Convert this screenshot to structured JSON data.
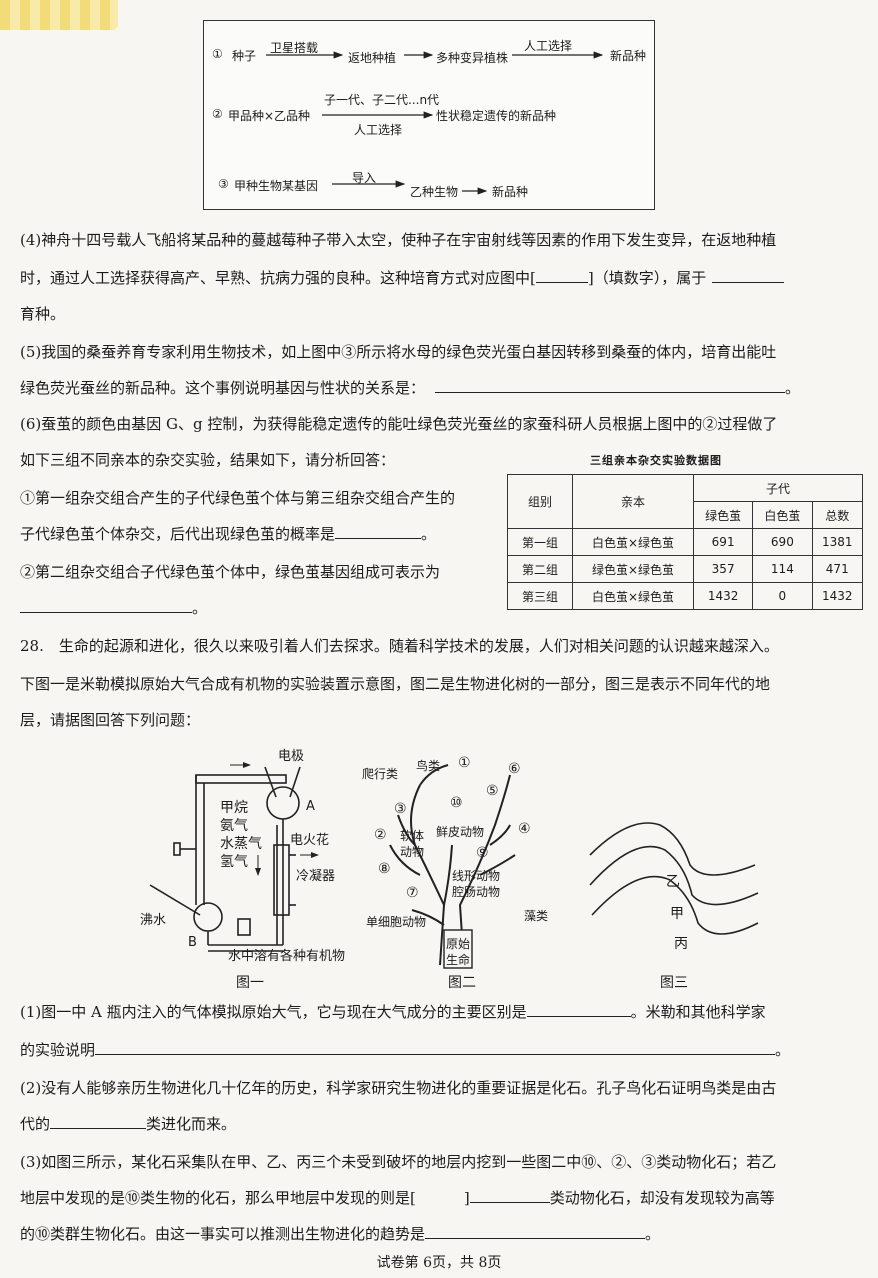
{
  "flow": {
    "r1": {
      "num": "①",
      "start": "种子",
      "a1": "卫星搭载",
      "s2": "返地种植",
      "s3": "多种变异植株",
      "a3": "人工选择",
      "s4": "新品种"
    },
    "r2": {
      "num": "②",
      "start": "甲品种×乙品种",
      "above": "子一代、子二代...n代",
      "below": "人工选择",
      "end": "性状稳定遗传的新品种"
    },
    "r3": {
      "num": "③",
      "start": "甲种生物某基因",
      "a1": "导入",
      "s2": "乙种生物",
      "s3": "新品种"
    }
  },
  "q4": {
    "l1": "(4)神舟十四号载人飞船将某品种的蔓越莓种子带入太空，使种子在宇宙射线等因素的作用下发生变异，在返地种植",
    "l2a": "时，通过人工选择获得高产、早熟、抗病力强的良种。这种培育方式对应图中[",
    "l2b": "]（填数字），属于",
    "l3": "育种。"
  },
  "q5": {
    "l1": "(5)我国的桑蚕养育专家利用生物技术，如上图中③所示将水母的绿色荧光蛋白基因转移到桑蚕的体内，培育出能吐",
    "l2": "绿色荧光蚕丝的新品种。这个事例说明基因与性状的关系是：",
    "l2end": "。"
  },
  "q6": {
    "l1": "(6)蚕茧的颜色由基因 G、g 控制，为获得能稳定遗传的能吐绿色荧光蚕丝的家蚕科研人员根据上图中的②过程做了",
    "l2": "如下三组不同亲本的杂交实验，结果如下，请分析回答：",
    "s1a": "①第一组杂交组合产生的子代绿色茧个体与第三组杂交组合产生的",
    "s1b": "子代绿色茧个体杂交，后代出现绿色茧的概率是",
    "s1end": "。",
    "s2a": "②第二组杂交组合子代绿色茧个体中，绿色茧基因组成可表示为",
    "s2end": "。"
  },
  "table": {
    "caption": "三组亲本杂交实验数据图",
    "h_group": "组别",
    "h_parent": "亲本",
    "h_offspring": "子代",
    "h_green": "绿色茧",
    "h_white": "白色茧",
    "h_total": "总数",
    "rows": [
      {
        "group": "第一组",
        "parent": "白色茧×绿色茧",
        "green": "691",
        "white": "690",
        "total": "1381"
      },
      {
        "group": "第二组",
        "parent": "绿色茧×绿色茧",
        "green": "357",
        "white": "114",
        "total": "471"
      },
      {
        "group": "第三组",
        "parent": "白色茧×绿色茧",
        "green": "1432",
        "white": "0",
        "total": "1432"
      }
    ]
  },
  "q28": {
    "l1": "28.　生命的起源和进化，很久以来吸引着人们去探求。随着科学技术的发展，人们对相关问题的认识越来越深入。",
    "l2": "下图一是米勒模拟原始大气合成有机物的实验装置示意图，图二是生物进化树的一部分，图三是表示不同年代的地",
    "l3": "层，请据图回答下列问题："
  },
  "fig1": {
    "electrode": "电极",
    "a": "A",
    "g1": "甲烷",
    "g2": "氨气",
    "g3": "水蒸气",
    "g4": "氢气",
    "spark": "电火花",
    "condenser": "冷凝器",
    "boil": "沸水",
    "b": "B",
    "bottom": "水中溶有各种有机物",
    "caption": "图一"
  },
  "fig2": {
    "birds": "鸟类",
    "reptiles": "爬行类",
    "mollusk1": "软体",
    "mollusk2": "动物",
    "annelid": "鲜皮动物",
    "nematode": "线形动物",
    "coelenterate": "腔肠动物",
    "unicell": "单细胞动物",
    "algae": "藻类",
    "origin1": "原始",
    "origin2": "生命",
    "caption": "图二",
    "n1": "①",
    "n2": "②",
    "n3": "③",
    "n4": "④",
    "n5": "⑤",
    "n6": "⑥",
    "n7": "⑦",
    "n8": "⑧",
    "n9": "⑨",
    "n10": "⑩"
  },
  "fig3": {
    "yi": "乙",
    "jia": "甲",
    "bing": "丙",
    "caption": "图三"
  },
  "sub1": {
    "l1a": "(1)图一中 A 瓶内注入的气体模拟原始大气，它与现在大气成分的主要区别是",
    "l1b": "。米勒和其他科学家",
    "l2a": "的实验说明",
    "l2end": "。"
  },
  "sub2": {
    "l1": "(2)没有人能够亲历生物进化几十亿年的历史，科学家研究生物进化的重要证据是化石。孔子鸟化石证明鸟类是由古",
    "l2a": "代的",
    "l2b": "类进化而来。"
  },
  "sub3": {
    "l1": "(3)如图三所示，某化石采集队在甲、乙、丙三个未受到破坏的地层内挖到一些图二中⑩、②、③类动物化石；若乙",
    "l2a": "地层中发现的是⑩类生物的化石，那么甲地层中发现的则是[",
    "l2b": "]",
    "l2c": "类动物化石，却没有发现较为高等",
    "l3a": "的⑩类群生物化石。由这一事实可以推测出生物进化的趋势是",
    "l3end": "。"
  },
  "footer": "试卷第 6页，共 8页"
}
